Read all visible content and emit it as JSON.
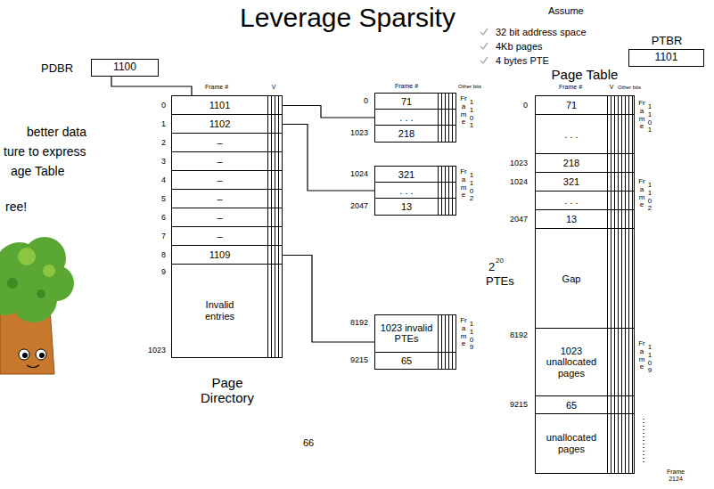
{
  "diagram": {
    "title": "Leverage Sparsity",
    "nodes": [
      {
        "text": [
          "PDBR",
          "1100"
        ]
      },
      {
        "text": [
          "PTBR",
          "1101"
        ]
      },
      {
        "text": [
          "Page Directory"
        ]
      },
      {
        "text": [
          "1101"
        ],
        "in": 2
      },
      {
        "text": [
          "1102"
        ],
        "in": 2
      },
      {
        "text": [
          "–"
        ],
        "in": 2
      },
      {
        "text": [
          "–"
        ],
        "in": 2
      },
      {
        "text": [
          "–"
        ],
        "in": 2
      },
      {
        "text": [
          "–"
        ],
        "in": 2
      },
      {
        "text": [
          "–"
        ],
        "in": 2
      },
      {
        "text": [
          "–"
        ],
        "in": 2
      },
      {
        "text": [
          "1109"
        ],
        "in": 2
      },
      {
        "text": [
          "Invalid entries"
        ],
        "in": 2
      },
      {
        "text": [
          "Frame",
          "1101"
        ]
      },
      {
        "text": [
          "71"
        ],
        "in": 13
      },
      {
        "text": [
          ". . ."
        ],
        "in": 13
      },
      {
        "text": [
          "218"
        ],
        "in": 13
      },
      {
        "text": [
          "Frame",
          "1102"
        ]
      },
      {
        "text": [
          "321"
        ],
        "in": 17
      },
      {
        "text": [
          ". . ."
        ],
        "in": 17
      },
      {
        "text": [
          "13"
        ],
        "in": 17
      },
      {
        "text": [
          "Frame",
          "1109"
        ]
      },
      {
        "text": [
          "1023 invalid PTEs"
        ],
        "in": 21
      },
      {
        "text": [
          "65"
        ],
        "in": 21
      },
      {
        "text": [
          "Page Table"
        ]
      },
      {
        "text": [
          "71"
        ],
        "in": 24
      },
      {
        "text": [
          ". . ."
        ],
        "in": 24
      },
      {
        "text": [
          "218"
        ],
        "in": 24
      },
      {
        "text": [
          "321"
        ],
        "in": 24
      },
      {
        "text": [
          ". . ."
        ],
        "in": 24
      },
      {
        "text": [
          "13"
        ],
        "in": 24
      },
      {
        "text": [
          "Gap"
        ],
        "in": 24
      },
      {
        "text": [
          "1023 unallocated pages"
        ],
        "in": 24
      },
      {
        "text": [
          "65"
        ],
        "in": 24
      },
      {
        "text": [
          "unallocated pages"
        ],
        "in": 24
      }
    ],
    "edges": [
      {
        "from": 0,
        "to": 2,
        "arrow": "none"
      },
      {
        "from": 3,
        "to": 13,
        "arrow": "none"
      },
      {
        "from": 4,
        "to": 17,
        "arrow": "none"
      },
      {
        "from": 11,
        "to": 21,
        "arrow": "none"
      }
    ],
    "labels": [
      "better data",
      "ture to express",
      "age Table",
      "ree!",
      "Assume",
      "32 bit address space",
      "4Kb pages",
      "4 bytes PTE",
      "Frame #",
      "V",
      "0",
      "1",
      "2",
      "3",
      "4",
      "5",
      "6",
      "7",
      "8",
      "9",
      "1023",
      "Frame #",
      "Other bits",
      "0",
      "1023",
      "1024",
      "2047",
      "8192",
      "9215",
      "Frame #",
      "V",
      "Other bits",
      "0",
      "1023",
      "1024",
      "2047",
      "8192",
      "9215",
      "Frame",
      "1101",
      "Frame",
      "1102",
      "Frame",
      "1109",
      "2",
      "20",
      "PTEs",
      "Frame 2124",
      "66"
    ]
  }
}
